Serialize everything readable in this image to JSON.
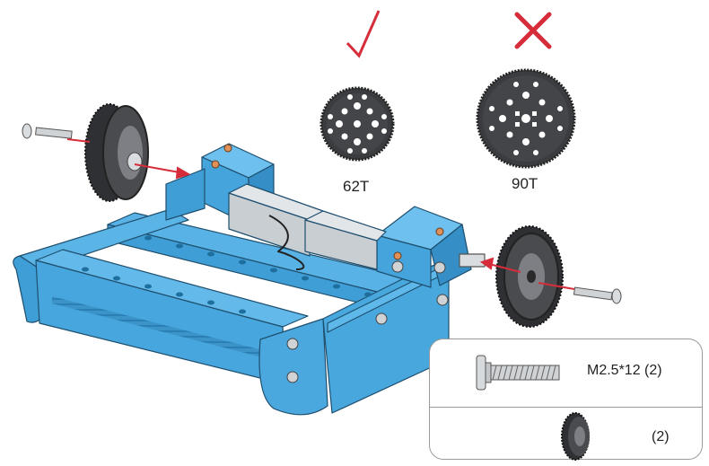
{
  "gear_options": [
    {
      "teeth_label": "62T",
      "verdict": "correct",
      "verdict_icon": "check-mark-icon",
      "verdict_color": "#d62d3a"
    },
    {
      "teeth_label": "90T",
      "verdict": "incorrect",
      "verdict_icon": "cross-mark-icon",
      "verdict_color": "#d62d3a"
    }
  ],
  "parts_list": [
    {
      "name": "M2.5*12 (2)",
      "icon": "screw-icon"
    },
    {
      "name": "(2)",
      "icon": "gear-icon"
    }
  ],
  "colors": {
    "chassis_blue": "#46a6dd",
    "arrow_red": "#d62d3a",
    "gear_dark": "#3b3c3f"
  }
}
